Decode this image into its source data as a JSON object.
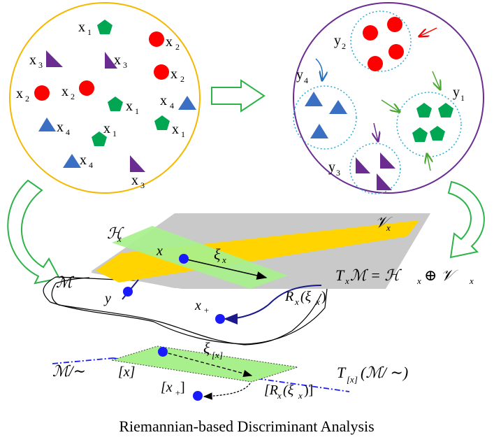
{
  "caption": "Riemannian-based Discriminant Analysis",
  "colors": {
    "circle_left_border": "#f5b800",
    "circle_right_border": "#6a2c91",
    "arrow_green": "#2db34a",
    "red": "#ff0000",
    "green": "#00a651",
    "blue": "#3a6fc4",
    "purple": "#6a2c91",
    "plane_gray": "#c8c8c8",
    "band_yellow": "#ffd400",
    "patch_green": "#a8f08c",
    "point_blue": "#1a1aff",
    "curve_navy": "#1a1a8c"
  },
  "left_circle": {
    "labels": {
      "x1": "x",
      "x1_sub": "1",
      "x2": "x",
      "x2_sub": "2",
      "x3": "x",
      "x3_sub": "3",
      "x4": "x",
      "x4_sub": "4"
    }
  },
  "right_circle": {
    "y1": "y",
    "y1_sub": "1",
    "y2": "y",
    "y2_sub": "2",
    "y3": "y",
    "y3_sub": "3",
    "y4": "y",
    "y4_sub": "4"
  },
  "manifold": {
    "H": "ℋ",
    "H_sub": "x",
    "V": "𝒱",
    "V_sub": "x",
    "M": "ℳ",
    "x": "x",
    "y": "y",
    "xi": "ξ",
    "xi_sub": "x",
    "xplus": "x",
    "xplus_sub": "+",
    "R": "R",
    "R_sub": "x",
    "R_arg": "(ξ",
    "R_arg_sub": "x",
    "R_close": ")",
    "tangent_eq_T": "T",
    "tangent_eq_T_sub": "x",
    "tangent_eq_rest": "ℳ = ℋ",
    "tangent_eq_H_sub": "x",
    "tangent_eq_oplus": "⊕ 𝒱",
    "tangent_eq_V_sub": "x"
  },
  "quotient": {
    "M_quot": "ℳ/∼",
    "x_class": "[x]",
    "xi_class": "ξ",
    "xi_class_sub": "[x]",
    "xplus_class": "[x",
    "xplus_class_sub": "+",
    "xplus_close": "]",
    "R_class": "[R",
    "R_class_sub": "x",
    "R_class_arg": "(ξ",
    "R_class_arg_sub": "x",
    "R_class_close": ")]",
    "T_class": "T",
    "T_class_sub": "[x]",
    "T_class_rest": "(ℳ/ ∼)"
  }
}
